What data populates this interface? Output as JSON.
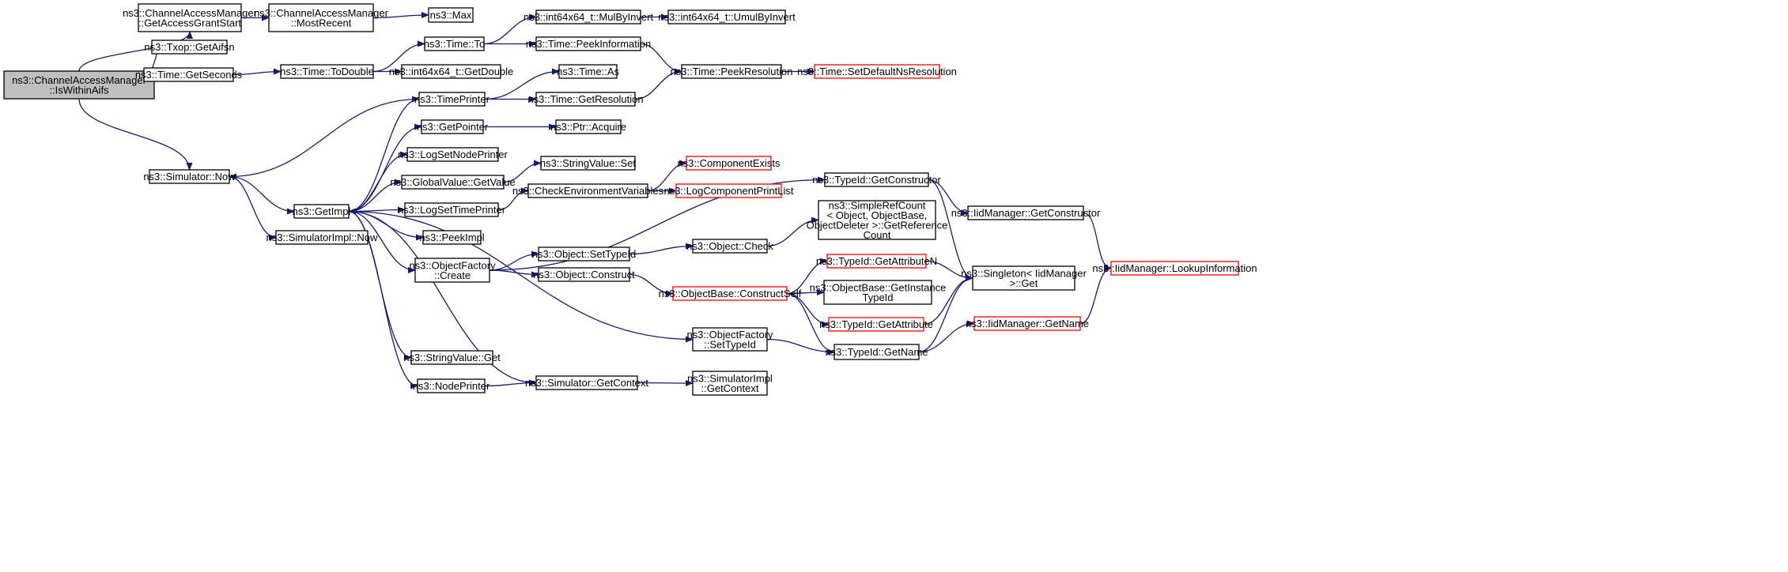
{
  "colors": {
    "edge": "#191970",
    "node_border": "#000000",
    "highlight_border": "#ff0000",
    "root_fill": "#bfbfbf",
    "node_fill": "#ffffff"
  },
  "nodes": [
    {
      "id": "root",
      "lines": [
        "ns3::ChannelAccessManager",
        "::IsWithinAifs"
      ],
      "style": "root"
    },
    {
      "id": "getAccessGrantStart",
      "lines": [
        "ns3::ChannelAccessManager",
        "::GetAccessGrantStart"
      ],
      "style": "normal"
    },
    {
      "id": "mostRecent",
      "lines": [
        "ns3::ChannelAccessManager",
        "::MostRecent"
      ],
      "style": "normal"
    },
    {
      "id": "max",
      "lines": [
        "ns3::Max"
      ],
      "style": "normal"
    },
    {
      "id": "getAifsn",
      "lines": [
        "ns3::Txop::GetAifsn"
      ],
      "style": "normal"
    },
    {
      "id": "getSeconds",
      "lines": [
        "ns3::Time::GetSeconds"
      ],
      "style": "normal"
    },
    {
      "id": "toDouble",
      "lines": [
        "ns3::Time::ToDouble"
      ],
      "style": "normal"
    },
    {
      "id": "timeTo",
      "lines": [
        "ns3::Time::To"
      ],
      "style": "normal"
    },
    {
      "id": "mulByInvert",
      "lines": [
        "ns3::int64x64_t::MulByInvert"
      ],
      "style": "normal"
    },
    {
      "id": "umulByInvert",
      "lines": [
        "ns3::int64x64_t::UmulByInvert"
      ],
      "style": "normal"
    },
    {
      "id": "peekInformation",
      "lines": [
        "ns3::Time::PeekInformation"
      ],
      "style": "normal"
    },
    {
      "id": "getDouble",
      "lines": [
        "ns3::int64x64_t::GetDouble"
      ],
      "style": "normal"
    },
    {
      "id": "peekResolution",
      "lines": [
        "ns3::Time::PeekResolution"
      ],
      "style": "normal"
    },
    {
      "id": "setDefaultNsResolution",
      "lines": [
        "ns3::Time::SetDefaultNsResolution"
      ],
      "style": "highlight"
    },
    {
      "id": "timeAs",
      "lines": [
        "ns3::Time::As"
      ],
      "style": "normal"
    },
    {
      "id": "timePrinter",
      "lines": [
        "ns3::TimePrinter"
      ],
      "style": "normal"
    },
    {
      "id": "getResolution",
      "lines": [
        "ns3::Time::GetResolution"
      ],
      "style": "normal"
    },
    {
      "id": "getPointer",
      "lines": [
        "ns3::GetPointer"
      ],
      "style": "normal"
    },
    {
      "id": "ptrAcquire",
      "lines": [
        "ns3::Ptr::Acquire"
      ],
      "style": "normal"
    },
    {
      "id": "logSetNodePrinter",
      "lines": [
        "ns3::LogSetNodePrinter"
      ],
      "style": "normal"
    },
    {
      "id": "stringValueSet",
      "lines": [
        "ns3::StringValue::Set"
      ],
      "style": "normal"
    },
    {
      "id": "simulatorNow",
      "lines": [
        "ns3::Simulator::Now"
      ],
      "style": "normal"
    },
    {
      "id": "globalValueGetValue",
      "lines": [
        "ns3::GlobalValue::GetValue"
      ],
      "style": "normal"
    },
    {
      "id": "componentExists",
      "lines": [
        "ns3::ComponentExists"
      ],
      "style": "highlight"
    },
    {
      "id": "checkEnvVars",
      "lines": [
        "ns3::CheckEnvironmentVariables"
      ],
      "style": "normal"
    },
    {
      "id": "logComponentPrintList",
      "lines": [
        "ns3::LogComponentPrintList"
      ],
      "style": "highlight"
    },
    {
      "id": "typeIdGetConstructor",
      "lines": [
        "ns3::TypeId::GetConstructor"
      ],
      "style": "normal"
    },
    {
      "id": "getImpl",
      "lines": [
        "ns3::GetImpl"
      ],
      "style": "normal"
    },
    {
      "id": "logSetTimePrinter",
      "lines": [
        "ns3::LogSetTimePrinter"
      ],
      "style": "normal"
    },
    {
      "id": "iidGetConstructor",
      "lines": [
        "ns3::IidManager::GetConstructor"
      ],
      "style": "normal"
    },
    {
      "id": "simpleRefCount",
      "lines": [
        "ns3::SimpleRefCount",
        "< Object, ObjectBase,",
        "ObjectDeleter >::GetReference",
        "Count"
      ],
      "style": "normal"
    },
    {
      "id": "peekImpl",
      "lines": [
        "ns3::PeekImpl"
      ],
      "style": "normal"
    },
    {
      "id": "simulatorImplNow",
      "lines": [
        "ns3::SimulatorImpl::Now"
      ],
      "style": "normal"
    },
    {
      "id": "objectFactoryCreate",
      "lines": [
        "ns3::ObjectFactory",
        "::Create"
      ],
      "style": "normal"
    },
    {
      "id": "objectSetTypeId",
      "lines": [
        "ns3::Object::SetTypeId"
      ],
      "style": "normal"
    },
    {
      "id": "objectCheck",
      "lines": [
        "ns3::Object::Check"
      ],
      "style": "normal"
    },
    {
      "id": "getAttributeN",
      "lines": [
        "ns3::TypeId::GetAttributeN"
      ],
      "style": "highlight"
    },
    {
      "id": "singletonGet",
      "lines": [
        "ns3::Singleton< IidManager",
        ">::Get"
      ],
      "style": "normal"
    },
    {
      "id": "lookupInformation",
      "lines": [
        "ns3::IidManager::LookupInformation"
      ],
      "style": "highlight"
    },
    {
      "id": "objectConstruct",
      "lines": [
        "ns3::Object::Construct"
      ],
      "style": "normal"
    },
    {
      "id": "constructSelf",
      "lines": [
        "ns3::ObjectBase::ConstructSelf"
      ],
      "style": "highlight"
    },
    {
      "id": "getInstanceTypeId",
      "lines": [
        "ns3::ObjectBase::GetInstance",
        "TypeId"
      ],
      "style": "normal"
    },
    {
      "id": "getAttribute",
      "lines": [
        "ns3::TypeId::GetAttribute"
      ],
      "style": "highlight"
    },
    {
      "id": "iidGetName",
      "lines": [
        "ns3::IidManager::GetName"
      ],
      "style": "highlight"
    },
    {
      "id": "objectFactorySetTypeId",
      "lines": [
        "ns3::ObjectFactory",
        "::SetTypeId"
      ],
      "style": "normal"
    },
    {
      "id": "typeIdGetName",
      "lines": [
        "ns3::TypeId::GetName"
      ],
      "style": "normal"
    },
    {
      "id": "stringValueGet",
      "lines": [
        "ns3::StringValue::Get"
      ],
      "style": "normal"
    },
    {
      "id": "nodePrinter",
      "lines": [
        "ns3::NodePrinter"
      ],
      "style": "normal"
    },
    {
      "id": "simulatorGetContext",
      "lines": [
        "ns3::Simulator::GetContext"
      ],
      "style": "normal"
    },
    {
      "id": "simulatorImplGetContext",
      "lines": [
        "ns3::SimulatorImpl",
        "::GetContext"
      ],
      "style": "normal"
    }
  ],
  "edges": [
    [
      "root",
      "getAccessGrantStart"
    ],
    [
      "root",
      "getAifsn"
    ],
    [
      "root",
      "getSeconds"
    ],
    [
      "root",
      "simulatorNow"
    ],
    [
      "getAccessGrantStart",
      "mostRecent"
    ],
    [
      "mostRecent",
      "max"
    ],
    [
      "getSeconds",
      "toDouble"
    ],
    [
      "toDouble",
      "timeTo"
    ],
    [
      "toDouble",
      "getDouble"
    ],
    [
      "timeTo",
      "mulByInvert"
    ],
    [
      "timeTo",
      "peekInformation"
    ],
    [
      "mulByInvert",
      "umulByInvert"
    ],
    [
      "peekInformation",
      "peekResolution"
    ],
    [
      "peekResolution",
      "setDefaultNsResolution"
    ],
    [
      "timePrinter",
      "timeAs"
    ],
    [
      "timePrinter",
      "getResolution"
    ],
    [
      "timePrinter",
      "simulatorNow"
    ],
    [
      "getResolution",
      "peekResolution"
    ],
    [
      "getPointer",
      "ptrAcquire"
    ],
    [
      "globalValueGetValue",
      "stringValueSet"
    ],
    [
      "logSetTimePrinter",
      "checkEnvVars"
    ],
    [
      "checkEnvVars",
      "componentExists"
    ],
    [
      "checkEnvVars",
      "logComponentPrintList"
    ],
    [
      "simulatorNow",
      "getImpl"
    ],
    [
      "simulatorNow",
      "simulatorImplNow"
    ],
    [
      "getImpl",
      "timePrinter"
    ],
    [
      "getImpl",
      "getPointer"
    ],
    [
      "getImpl",
      "logSetNodePrinter"
    ],
    [
      "getImpl",
      "globalValueGetValue"
    ],
    [
      "getImpl",
      "logSetTimePrinter"
    ],
    [
      "getImpl",
      "peekImpl"
    ],
    [
      "getImpl",
      "objectFactoryCreate"
    ],
    [
      "getImpl",
      "objectFactorySetTypeId"
    ],
    [
      "getImpl",
      "stringValueGet"
    ],
    [
      "getImpl",
      "nodePrinter"
    ],
    [
      "objectFactoryCreate",
      "typeIdGetConstructor"
    ],
    [
      "objectFactoryCreate",
      "objectSetTypeId"
    ],
    [
      "objectFactoryCreate",
      "objectConstruct"
    ],
    [
      "objectSetTypeId",
      "objectCheck"
    ],
    [
      "objectCheck",
      "simpleRefCount"
    ],
    [
      "objectConstruct",
      "constructSelf"
    ],
    [
      "constructSelf",
      "getAttributeN"
    ],
    [
      "constructSelf",
      "getInstanceTypeId"
    ],
    [
      "constructSelf",
      "getAttribute"
    ],
    [
      "constructSelf",
      "typeIdGetName"
    ],
    [
      "typeIdGetConstructor",
      "iidGetConstructor"
    ],
    [
      "typeIdGetConstructor",
      "singletonGet"
    ],
    [
      "iidGetConstructor",
      "lookupInformation"
    ],
    [
      "getAttributeN",
      "singletonGet"
    ],
    [
      "getAttribute",
      "singletonGet"
    ],
    [
      "typeIdGetName",
      "singletonGet"
    ],
    [
      "typeIdGetName",
      "iidGetName"
    ],
    [
      "iidGetName",
      "lookupInformation"
    ],
    [
      "objectFactorySetTypeId",
      "typeIdGetName"
    ],
    [
      "nodePrinter",
      "simulatorGetContext"
    ],
    [
      "simulatorGetContext",
      "getImpl"
    ],
    [
      "simulatorGetContext",
      "simulatorImplGetContext"
    ]
  ]
}
